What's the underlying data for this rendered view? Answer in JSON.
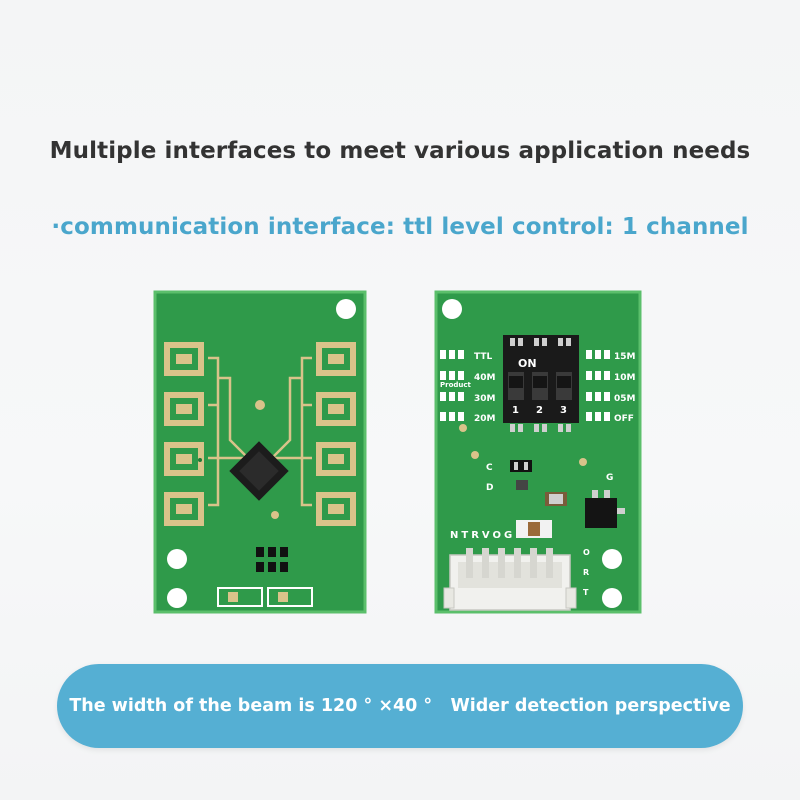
{
  "headline": "Multiple interfaces to meet various application needs",
  "subheadline": "·communication interface: ttl level control: 1 channel",
  "board_left": {
    "description_icon": "radar-antenna-pcb"
  },
  "board_right": {
    "dip_switch_label": "ON",
    "dip_numbers": [
      "1",
      "2",
      "3"
    ],
    "left_labels": [
      "TTL",
      "40M",
      "30M",
      "20M"
    ],
    "right_labels": [
      "15M",
      "10M",
      "05M",
      "OFF"
    ],
    "marking_labels": [
      "C",
      "D",
      "G"
    ],
    "pin_header_label": "NTRVOG",
    "pin_side_labels": [
      "O",
      "R",
      "T"
    ],
    "tiny_label": "Product"
  },
  "banner": {
    "text": "The width of the beam is 120 ° ×40 °   Wider detection perspective"
  },
  "colors": {
    "pcb_green": "#2f9a4a",
    "pcb_dark_green": "#1e7a36",
    "gold_pad": "#d9c38a",
    "banner_blue": "#55afd3",
    "subheadline_blue": "#4aa6cc"
  }
}
